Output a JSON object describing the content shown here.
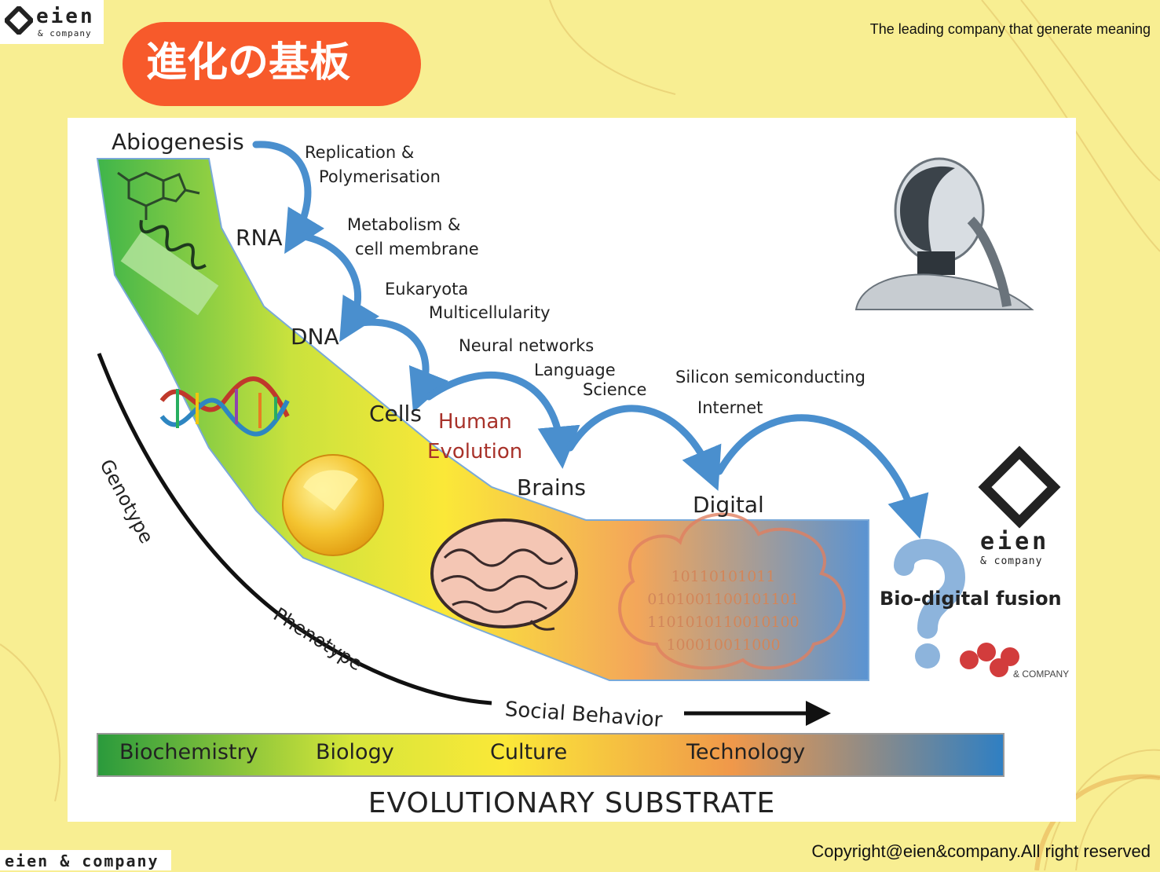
{
  "header": {
    "logo_name": "eien",
    "logo_sub": "& company",
    "title": "進化の基板",
    "tagline": "The leading company that generate meaning"
  },
  "diagram": {
    "stages": {
      "abiogenesis": "Abiogenesis",
      "rna": "RNA",
      "dna": "DNA",
      "cells": "Cells",
      "brains": "Brains",
      "digital": "Digital"
    },
    "transitions": {
      "replication": "Replication &",
      "polymerisation": "Polymerisation",
      "metabolism": "Metabolism &",
      "membrane": "cell membrane",
      "eukaryota": "Eukaryota",
      "multicellularity": "Multicellularity",
      "neural": "Neural networks",
      "language": "Language",
      "science": "Science",
      "silicon": "Silicon semiconducting",
      "internet": "Internet"
    },
    "human_evolution_1": "Human",
    "human_evolution_2": "Evolution",
    "axis_labels": {
      "genotype": "Genotype",
      "phenotype": "Phenotype",
      "social": "Social Behavior"
    },
    "binary_lines": [
      "10110101011",
      "0101001100101101",
      "1101010110010100",
      "100010011000"
    ],
    "fusion": "Bio-digital fusion",
    "band": [
      "Biochemistry",
      "Biology",
      "Culture",
      "Technology"
    ],
    "substrate": "EVOLUTIONARY SUBSTRATE",
    "right_logo_name": "eien",
    "right_logo_sub": "& company",
    "small_brand": "& COMPANY"
  },
  "footer": {
    "copyright": "Copyright@eien&company.All right reserved",
    "logo": "eien & company"
  },
  "colors": {
    "background": "#f8ee92",
    "title_pill": "#f75a2b",
    "arrow": "#4a8fce",
    "band_start": "#2a9a3c",
    "band_end": "#2f7fc3"
  }
}
